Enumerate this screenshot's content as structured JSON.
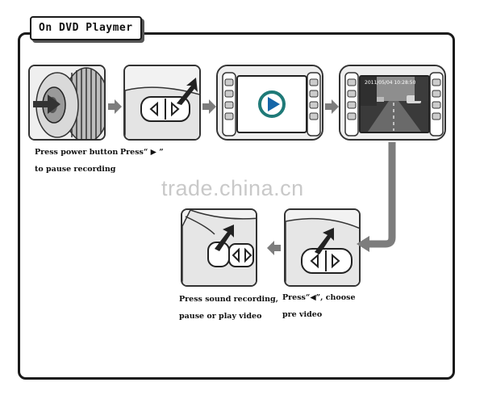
{
  "title": "On DVD Playmer",
  "watermark": "trade.china.cn",
  "steps": [
    {
      "line1": "Press power button",
      "line2": "to pause recording"
    },
    {
      "line1": "Press“ ▶ ”",
      "line2": ""
    },
    {
      "line1": "",
      "line2": ""
    },
    {
      "line1": "",
      "line2": "",
      "screen_text": "2011/05/04  10:28:50"
    },
    {
      "line1": "Press“◀”, choose",
      "line2": "pre video"
    },
    {
      "line1": "Press sound recording,",
      "line2": "pause or play video"
    }
  ],
  "colors": {
    "arrow": "#7d7d7d",
    "frame": "#1a1a1a",
    "play_ring": "#1f7a78",
    "play_triangle": "#1565a8"
  },
  "icons": [
    "camera-lens-icon",
    "hand-pointer-arrow-icon",
    "play-icon",
    "flow-arrow-icon"
  ]
}
